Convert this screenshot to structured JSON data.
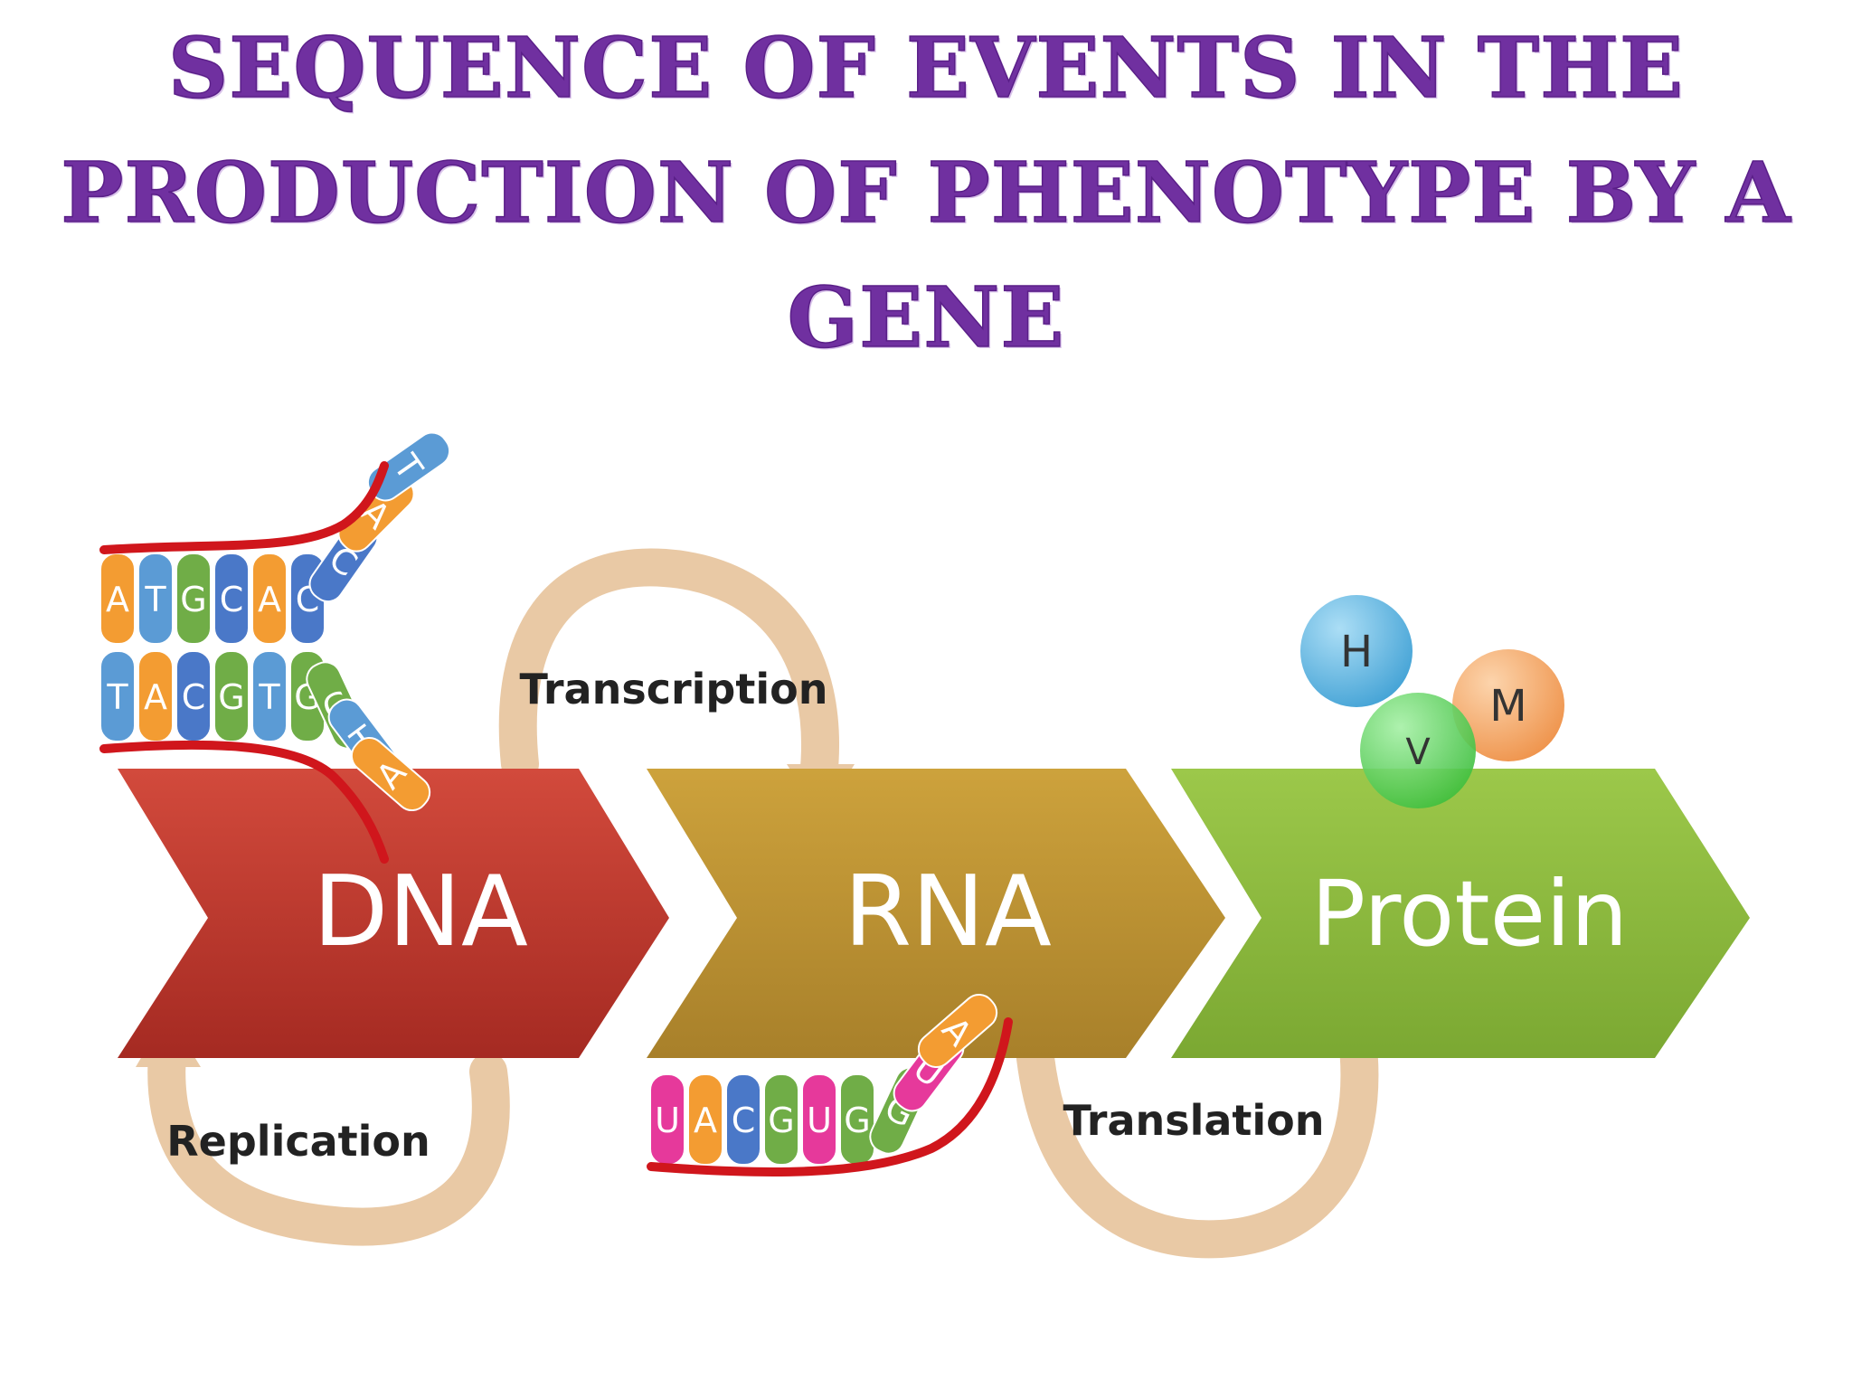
{
  "title": {
    "lines": [
      "SEQUENCE OF EVENTS IN THE",
      "PRODUCTION OF PHENOTYPE BY A",
      "GENE"
    ]
  },
  "stages": [
    {
      "label": "DNA",
      "color": "#c0392b"
    },
    {
      "label": "RNA",
      "color": "#c19a2e"
    },
    {
      "label": "Protein",
      "color": "#8fba3e"
    }
  ],
  "processes": {
    "transcription": "Transcription",
    "replication": "Replication",
    "translation": "Translation"
  },
  "dna_strand_top": [
    "A",
    "T",
    "G",
    "C",
    "A",
    "C",
    "C",
    "A",
    "T"
  ],
  "dna_strand_bottom": [
    "T",
    "A",
    "C",
    "G",
    "T",
    "G",
    "G",
    "T",
    "A"
  ],
  "rna_strand": [
    "U",
    "A",
    "C",
    "G",
    "U",
    "G",
    "G",
    "U",
    "A"
  ],
  "amino_acids": [
    "H",
    "V",
    "M"
  ],
  "colors": {
    "title": "#7030a0",
    "backbone": "#d0161c",
    "arrow": "#e8c4a0",
    "base_A": "#f39c32",
    "base_T": "#5b9bd5",
    "base_G": "#70ad47",
    "base_C": "#4a78c8",
    "base_U": "#e6399b",
    "amino_H": "#5bb8e8",
    "amino_V": "#5fd05f",
    "amino_M": "#f5a560"
  }
}
